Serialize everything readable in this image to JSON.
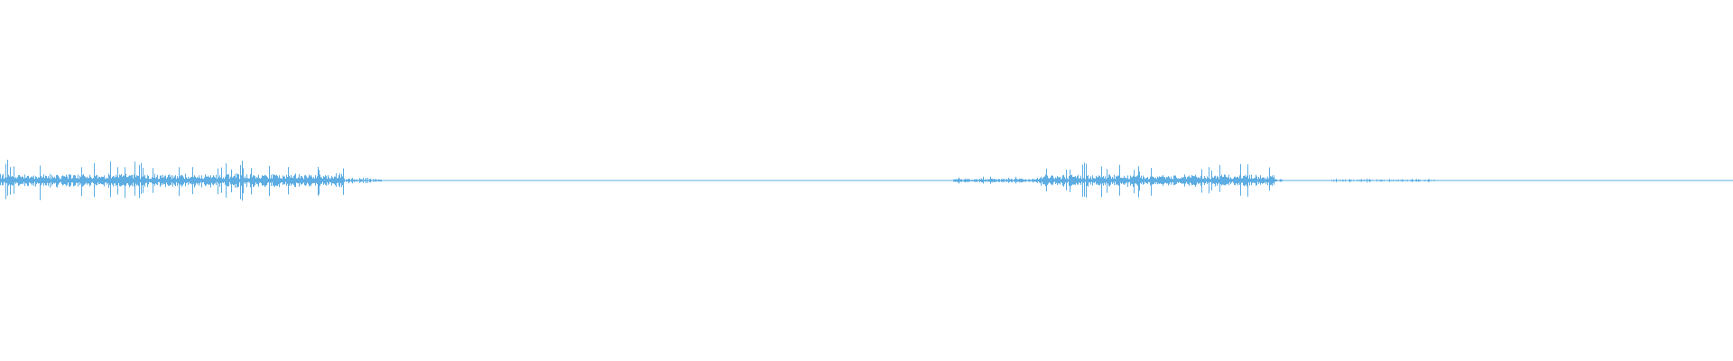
{
  "waveform": {
    "color": "#5dade2",
    "background": "#ffffff",
    "baseline_amplitude": 0.002,
    "regions": [
      {
        "start": 0.0,
        "end": 0.198,
        "peak": 0.12,
        "typical": 0.035
      },
      {
        "start": 0.198,
        "end": 0.22,
        "peak": 0.02,
        "typical": 0.01
      },
      {
        "start": 0.55,
        "end": 0.6,
        "peak": 0.025,
        "typical": 0.01
      },
      {
        "start": 0.6,
        "end": 0.735,
        "peak": 0.11,
        "typical": 0.03
      },
      {
        "start": 0.735,
        "end": 0.74,
        "peak": 0.02,
        "typical": 0.008
      },
      {
        "start": 0.768,
        "end": 0.828,
        "peak": 0.012,
        "typical": 0.005
      }
    ]
  }
}
